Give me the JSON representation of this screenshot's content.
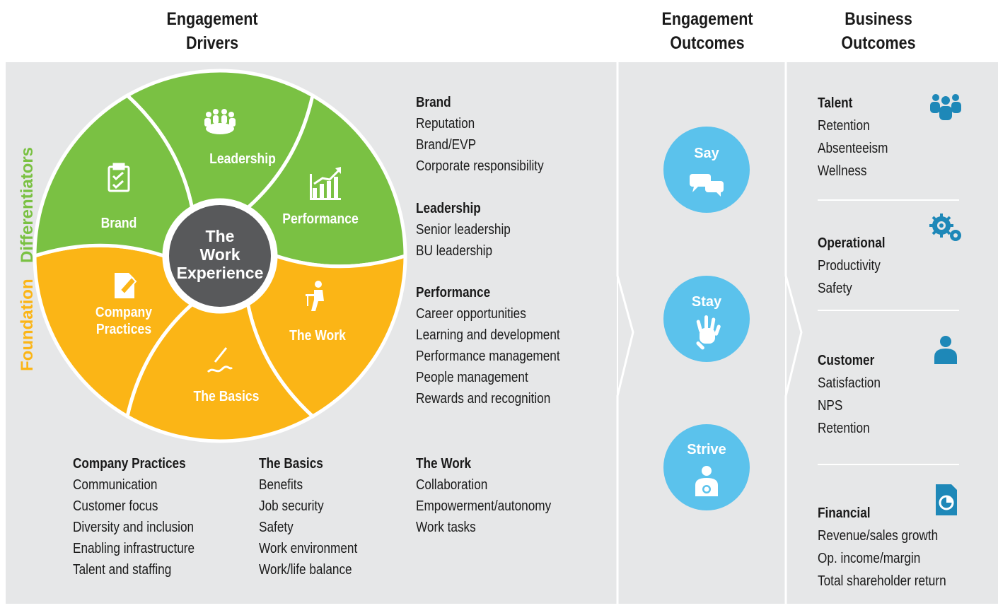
{
  "headers": {
    "drivers": [
      "Engagement",
      "Drivers"
    ],
    "engagement_outcomes": [
      "Engagement",
      "Outcomes"
    ],
    "business_outcomes": [
      "Business",
      "Outcomes"
    ]
  },
  "side_labels": {
    "foundation": "Foundation",
    "differentiators": "Differentiators"
  },
  "colors": {
    "green": "#7ac143",
    "orange": "#fbb516",
    "center": "#58595b",
    "blue": "#5bc2ec",
    "icon_blue": "#1e88b8"
  },
  "wheel": {
    "center": [
      "The",
      "Work",
      "Experience"
    ],
    "segments": [
      {
        "id": "leadership",
        "label": [
          "Leadership"
        ],
        "icon": "team-meeting-icon",
        "group": "differentiators"
      },
      {
        "id": "performance",
        "label": [
          "Performance"
        ],
        "icon": "bar-chart-icon",
        "group": "differentiators"
      },
      {
        "id": "the-work",
        "label": [
          "The Work"
        ],
        "icon": "person-at-desk-icon",
        "group": "foundation"
      },
      {
        "id": "the-basics",
        "label": [
          "The Basics"
        ],
        "icon": "pen-signature-icon",
        "group": "foundation"
      },
      {
        "id": "company-practices",
        "label": [
          "Company",
          "Practices"
        ],
        "icon": "document-edit-icon",
        "group": "foundation"
      },
      {
        "id": "brand",
        "label": [
          "Brand"
        ],
        "icon": "clipboard-check-icon",
        "group": "differentiators"
      }
    ]
  },
  "driver_lists": {
    "brand": {
      "title": "Brand",
      "items": [
        "Reputation",
        "Brand/EVP",
        "Corporate responsibility"
      ]
    },
    "leadership": {
      "title": "Leadership",
      "items": [
        "Senior leadership",
        "BU leadership"
      ]
    },
    "performance": {
      "title": "Performance",
      "items": [
        "Career opportunities",
        "Learning and development",
        "Performance management",
        "People management",
        "Rewards and recognition"
      ]
    },
    "the_work": {
      "title": "The Work",
      "items": [
        "Collaboration",
        "Empowerment/autonomy",
        "Work tasks"
      ]
    },
    "company_practices": {
      "title": "Company Practices",
      "items": [
        "Communication",
        "Customer focus",
        "Diversity and inclusion",
        "Enabling infrastructure",
        "Talent and staffing"
      ]
    },
    "the_basics": {
      "title": "The Basics",
      "items": [
        "Benefits",
        "Job security",
        "Safety",
        "Work environment",
        "Work/life balance"
      ]
    }
  },
  "engagement_outcomes": [
    {
      "label": "Say",
      "icon": "speech-bubbles-icon"
    },
    {
      "label": "Stay",
      "icon": "hand-icon"
    },
    {
      "label": "Strive",
      "icon": "medal-person-icon"
    }
  ],
  "business_outcomes": [
    {
      "title": "Talent",
      "items": [
        "Retention",
        "Absenteeism",
        "Wellness"
      ],
      "icon": "group-people-icon"
    },
    {
      "title": "Operational",
      "items": [
        "Productivity",
        "Safety"
      ],
      "icon": "gears-icon"
    },
    {
      "title": "Customer",
      "items": [
        "Satisfaction",
        "NPS",
        "Retention"
      ],
      "icon": "person-icon"
    },
    {
      "title": "Financial",
      "items": [
        "Revenue/sales growth",
        "Op. income/margin",
        "Total shareholder return"
      ],
      "icon": "pie-document-icon"
    }
  ]
}
